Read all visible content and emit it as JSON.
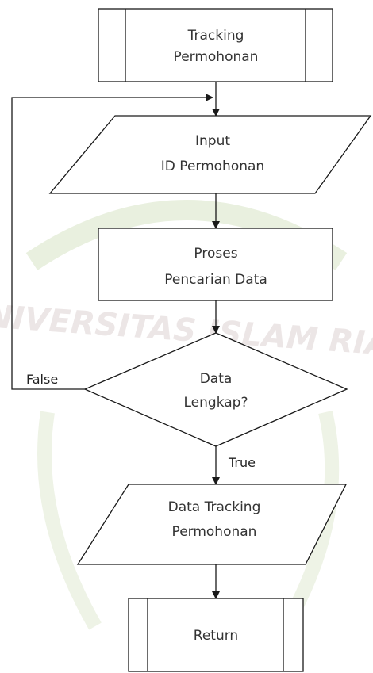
{
  "watermark": {
    "text": "UNIVERSITAS ISLAM RIAU",
    "color_text": "#ece6e6",
    "color_emblem": "#e9f0df"
  },
  "nodes": {
    "start": {
      "line1": "Tracking",
      "line2": "Permohonan"
    },
    "input": {
      "line1": "Input",
      "line2": "ID Permohonan"
    },
    "process": {
      "line1": "Proses",
      "line2": "Pencarian Data"
    },
    "decision": {
      "line1": "Data",
      "line2": "Lengkap?"
    },
    "output": {
      "line1": "Data Tracking",
      "line2": "Permohonan"
    },
    "end": {
      "line1": "Return"
    }
  },
  "edges": {
    "false_label": "False",
    "true_label": "True"
  }
}
